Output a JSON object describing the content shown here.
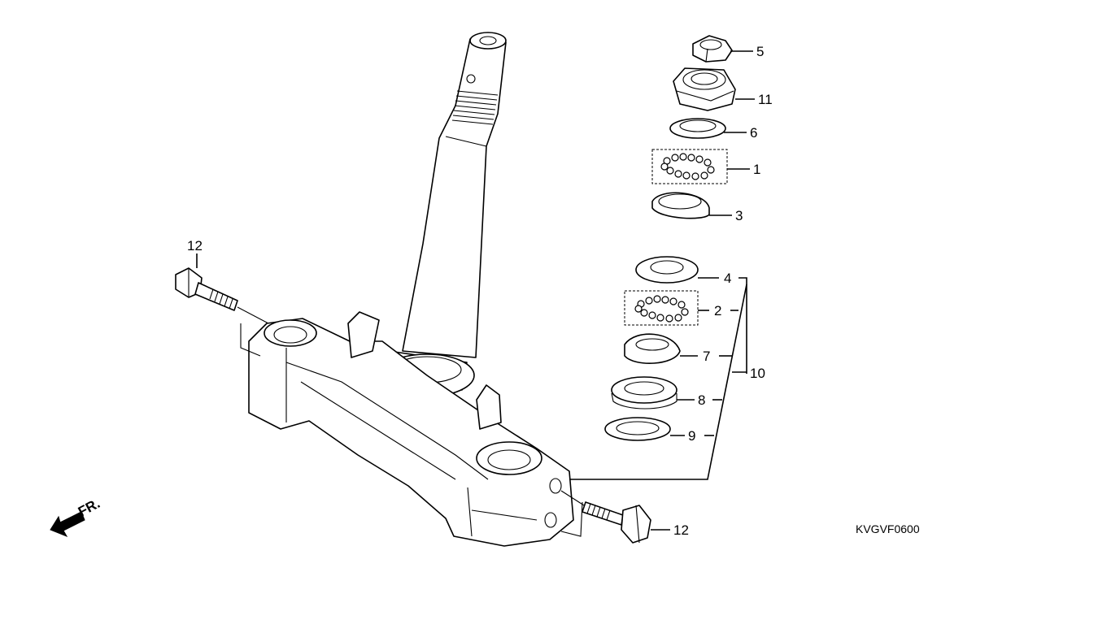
{
  "diagram": {
    "code": "KVGVF0600",
    "front_label": "FR.",
    "callouts": {
      "c1": "1",
      "c2": "2",
      "c3": "3",
      "c4": "4",
      "c5": "5",
      "c6": "6",
      "c7": "7",
      "c8": "8",
      "c9": "9",
      "c10": "10",
      "c11": "11",
      "c12_left": "12",
      "c12_right": "12"
    }
  }
}
